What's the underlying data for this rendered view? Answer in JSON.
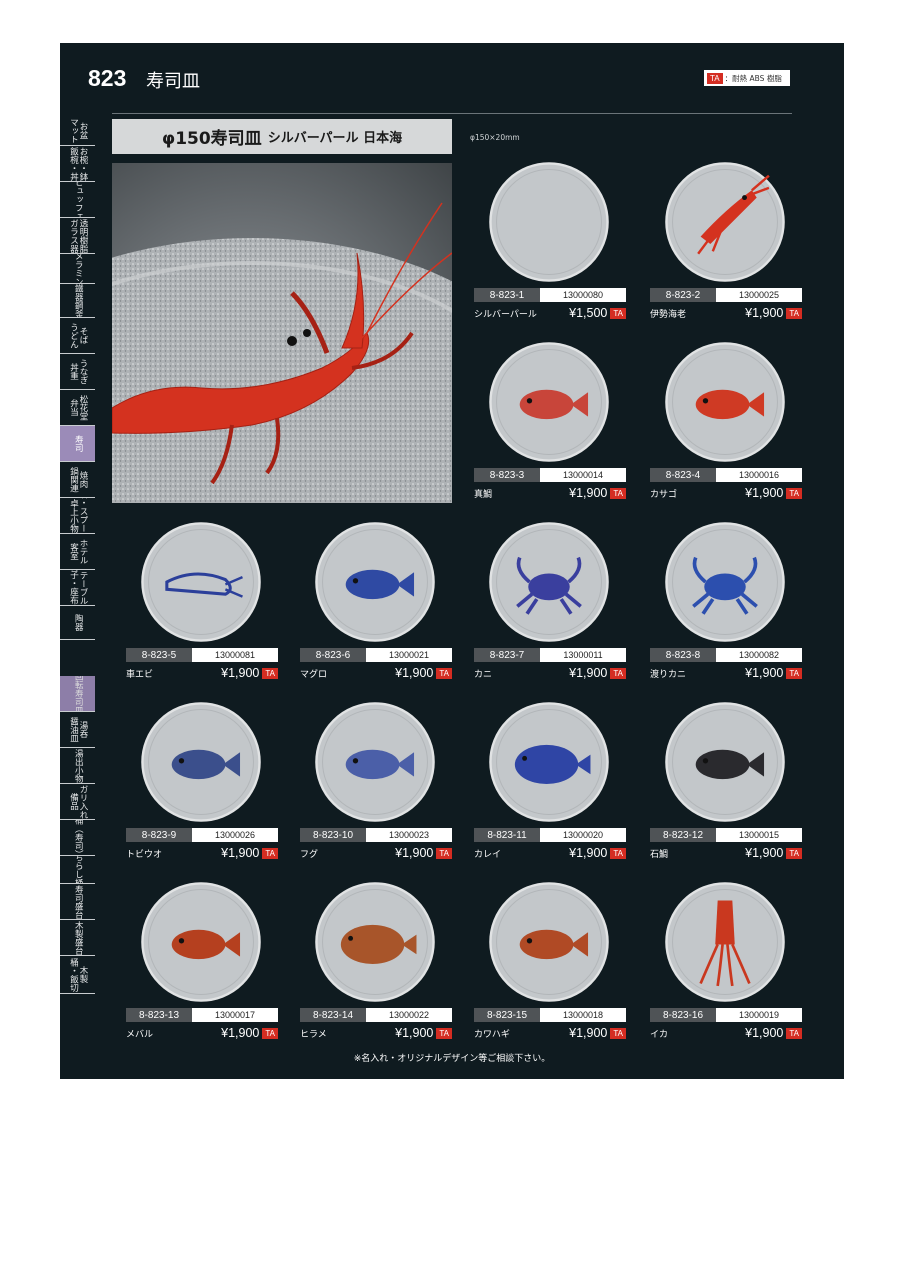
{
  "header": {
    "page_number": "823",
    "title": "寿司皿",
    "legend_badge": "TA",
    "legend_text": "：耐熱 ABS 樹脂"
  },
  "sidebar": {
    "tabs": [
      {
        "label": "お盆\nマット"
      },
      {
        "label": "お椀・鉢\n飯椀・丼"
      },
      {
        "label": "ビュッフェ"
      },
      {
        "label": "透明樹脂\nガラス器"
      },
      {
        "label": "メラミン"
      },
      {
        "label": "鐵器鋼釜"
      },
      {
        "label": "そば\nうどん"
      },
      {
        "label": "うなぎ\n丼重"
      },
      {
        "label": "松花堂\n弁当"
      },
      {
        "label": "寿司"
      },
      {
        "label": "焼肉\n鍋関連"
      },
      {
        "label": "箸・スプーン\n卓上小物"
      },
      {
        "label": "ホテル\n客室"
      },
      {
        "label": "テーブル\n椅子・座布団"
      },
      {
        "label": "陶器"
      },
      {
        "label": "回転寿司皿"
      },
      {
        "label": "湯呑\n醤油皿"
      },
      {
        "label": "湯出小物"
      },
      {
        "label": "ガリ入れ\n備品"
      },
      {
        "label": "桶（寿司）"
      },
      {
        "label": "ちらし桶"
      },
      {
        "label": "寿司盛台"
      },
      {
        "label": "木製盛台"
      },
      {
        "label": "木製\n桶・飯切"
      }
    ]
  },
  "banner": {
    "title": "φ150寿司皿",
    "subtitle": "シルバーパール 日本海"
  },
  "dimension_note": "φ150×20mm",
  "photo": {
    "icon": "lobster-plate-photo"
  },
  "products": [
    {
      "code": "8-823-1",
      "jan": "13000080",
      "name": "シルバーパール",
      "price": "¥1,500",
      "badge": "TA",
      "motif": "plain",
      "color": "#c3c7ca"
    },
    {
      "code": "8-823-2",
      "jan": "13000025",
      "name": "伊勢海老",
      "price": "¥1,900",
      "badge": "TA",
      "motif": "lobster",
      "color": "#d4321f"
    },
    {
      "code": "8-823-3",
      "jan": "13000014",
      "name": "真鯛",
      "price": "¥1,900",
      "badge": "TA",
      "motif": "fish",
      "color": "#c8453a"
    },
    {
      "code": "8-823-4",
      "jan": "13000016",
      "name": "カサゴ",
      "price": "¥1,900",
      "badge": "TA",
      "motif": "fish",
      "color": "#cf3a24"
    },
    {
      "code": "8-823-5",
      "jan": "13000081",
      "name": "車エビ",
      "price": "¥1,900",
      "badge": "TA",
      "motif": "shrimp",
      "color": "#2b3f9a"
    },
    {
      "code": "8-823-6",
      "jan": "13000021",
      "name": "マグロ",
      "price": "¥1,900",
      "badge": "TA",
      "motif": "fish",
      "color": "#2f4aa3"
    },
    {
      "code": "8-823-7",
      "jan": "13000011",
      "name": "カニ",
      "price": "¥1,900",
      "badge": "TA",
      "motif": "crab",
      "color": "#3a3f9e"
    },
    {
      "code": "8-823-8",
      "jan": "13000082",
      "name": "渡りカニ",
      "price": "¥1,900",
      "badge": "TA",
      "motif": "crab",
      "color": "#2c4fae"
    },
    {
      "code": "8-823-9",
      "jan": "13000026",
      "name": "トビウオ",
      "price": "¥1,900",
      "badge": "TA",
      "motif": "fish",
      "color": "#3b4f8c"
    },
    {
      "code": "8-823-10",
      "jan": "13000023",
      "name": "フグ",
      "price": "¥1,900",
      "badge": "TA",
      "motif": "fish",
      "color": "#4b5fa8"
    },
    {
      "code": "8-823-11",
      "jan": "13000020",
      "name": "カレイ",
      "price": "¥1,900",
      "badge": "TA",
      "motif": "flatfish",
      "color": "#2f45a5"
    },
    {
      "code": "8-823-12",
      "jan": "13000015",
      "name": "石鯛",
      "price": "¥1,900",
      "badge": "TA",
      "motif": "fish",
      "color": "#2a2a2e"
    },
    {
      "code": "8-823-13",
      "jan": "13000017",
      "name": "メバル",
      "price": "¥1,900",
      "badge": "TA",
      "motif": "fish",
      "color": "#b5401f"
    },
    {
      "code": "8-823-14",
      "jan": "13000022",
      "name": "ヒラメ",
      "price": "¥1,900",
      "badge": "TA",
      "motif": "flatfish",
      "color": "#a8552a"
    },
    {
      "code": "8-823-15",
      "jan": "13000018",
      "name": "カワハギ",
      "price": "¥1,900",
      "badge": "TA",
      "motif": "fish",
      "color": "#b04a25"
    },
    {
      "code": "8-823-16",
      "jan": "13000019",
      "name": "イカ",
      "price": "¥1,900",
      "badge": "TA",
      "motif": "squid",
      "color": "#c9381f"
    }
  ],
  "footnote": "※名入れ・オリジナルデザイン等ご相談下さい。"
}
